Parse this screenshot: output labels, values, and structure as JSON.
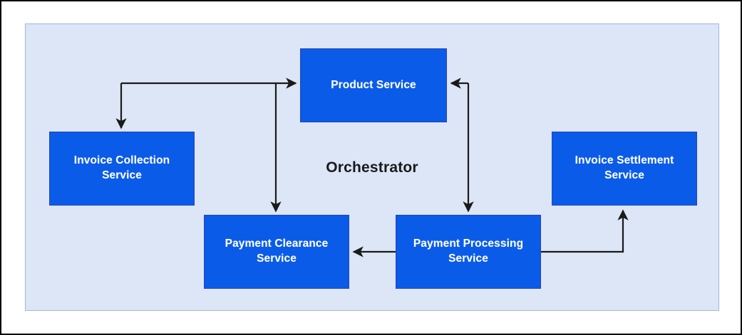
{
  "diagram": {
    "title_label": "Orchestrator",
    "container_name": "orchestrator-boundary",
    "colors": {
      "node_fill": "#0a5be8",
      "node_border": "#2a43b8",
      "node_text": "#ffffff",
      "panel_background": "#dce6f7",
      "panel_border": "#9db7dd",
      "page_border": "#000000",
      "edge_stroke": "#1a1a1a",
      "label_text": "#1a1a1a"
    },
    "nodes": [
      {
        "id": "product",
        "label": "Product Service"
      },
      {
        "id": "invoice-coll",
        "label": "Invoice Collection\nService"
      },
      {
        "id": "invoice-settle",
        "label": "Invoice Settlement\nService"
      },
      {
        "id": "pay-clearance",
        "label": "Payment Clearance\nService"
      },
      {
        "id": "pay-processing",
        "label": "Payment Processing\nService"
      }
    ],
    "node_labels": {
      "product": "Product Service",
      "invoice_collection_line1": "Invoice Collection",
      "invoice_collection_line2": "Service",
      "invoice_settlement_line1": "Invoice Settlement",
      "invoice_settlement_line2": "Service",
      "payment_clearance_line1": "Payment Clearance",
      "payment_clearance_line2": "Service",
      "payment_processing_line1": "Payment Processing",
      "payment_processing_line2": "Service"
    },
    "edges": [
      {
        "id": "e1",
        "from": "orchestrator-entry",
        "to": "product",
        "direction": "right"
      },
      {
        "id": "e2",
        "from": "orchestrator-entry",
        "to": "invoice-coll",
        "direction": "down"
      },
      {
        "id": "e3",
        "from": "orchestrator-entry",
        "to": "pay-clearance",
        "direction": "down"
      },
      {
        "id": "e4",
        "from": "right-trunk",
        "to": "product",
        "direction": "left"
      },
      {
        "id": "e5",
        "from": "right-trunk",
        "to": "pay-processing",
        "direction": "down"
      },
      {
        "id": "e6",
        "from": "pay-processing",
        "to": "pay-clearance",
        "direction": "left"
      },
      {
        "id": "e7",
        "from": "pay-processing",
        "to": "invoice-settle",
        "direction": "up"
      }
    ]
  }
}
